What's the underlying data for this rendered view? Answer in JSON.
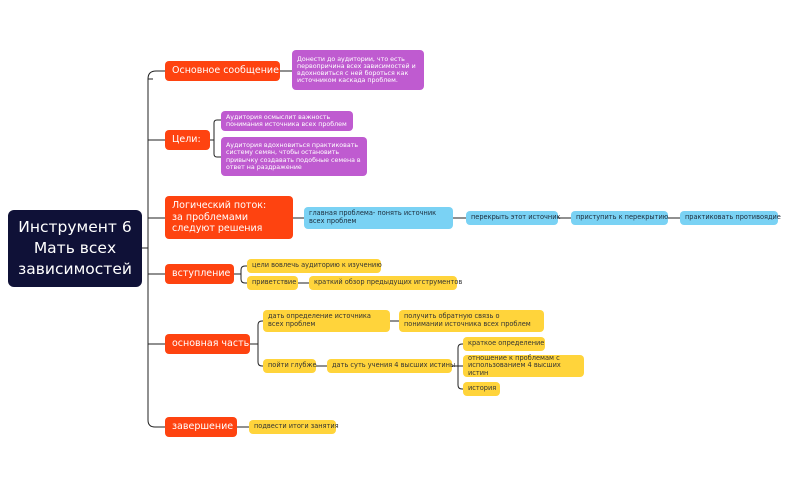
{
  "root": {
    "label": "Инструмент 6\nМать всех\nзависимостей"
  },
  "branches": {
    "main_message": {
      "label": "Основное сообщение",
      "detail": "Донести до аудитории, что есть первопричина всех зависимостей и вдохновиться с ней бороться как источником каскада проблем."
    },
    "goals": {
      "label": "Цели:",
      "goal_1": "Аудитория осмыслит важность понимания источника всех проблем",
      "goal_2": "Аудитория вдохновиться практиковать систему семян, чтобы остановить привычку создавать подобные семена в ответ на раздражение"
    },
    "logic_flow": {
      "label": "Логический поток:\nза проблемами следуют решения",
      "step_1": "главная проблема- понять источник всех проблем",
      "step_2": "перекрыть этот источник",
      "step_3": "приступить к перекрытию",
      "step_4": "практиковать противоядие"
    },
    "intro": {
      "label": "вступление",
      "item_1": "цели вовлечь аудиторию к изучению",
      "item_2": "приветствие",
      "item_2_child": "краткий обзор предыдущих игструментов"
    },
    "main_part": {
      "label": "основная часть",
      "item_1": "дать определение источника всех проблем",
      "item_1_child": "получить обратную связь о понимании источника всех проблем",
      "item_2": "пойти глубже",
      "item_2_child": "дать суть учения 4 высших истины",
      "sub_1": "краткое определение",
      "sub_2": "отношение к проблемам с использованием 4 высших истин",
      "sub_3": "история"
    },
    "ending": {
      "label": "завершение",
      "item_1": "подвести итоги занятия"
    }
  },
  "colors": {
    "root": "#0f1137",
    "branch": "#fe4310",
    "detail_purple": "#bf5bd0",
    "detail_blue": "#7ad2f4",
    "detail_yellow": "#ffd43b",
    "link": "#222222"
  }
}
